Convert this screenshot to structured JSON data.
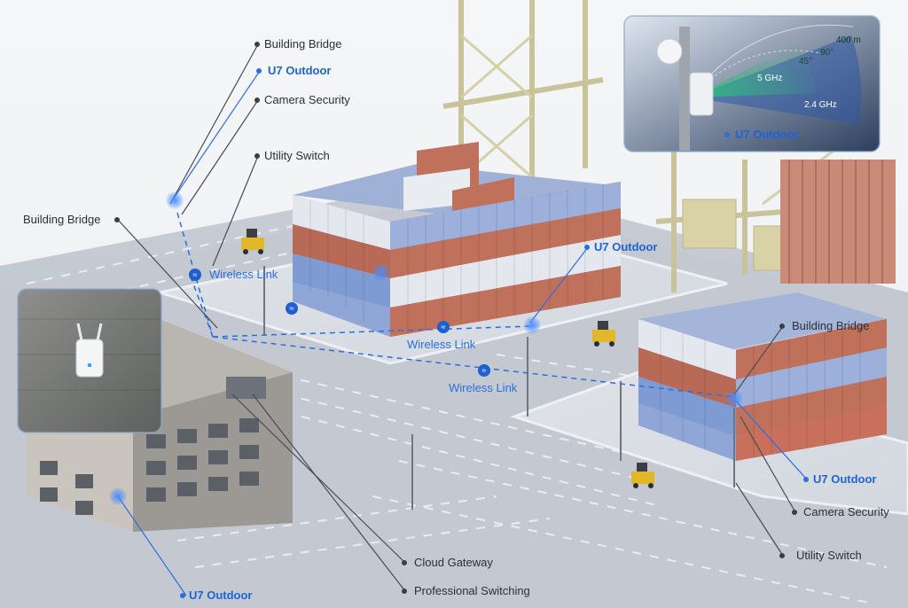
{
  "colors": {
    "accent_blue": "#2a6fe0",
    "label_dark": "#2b2f36",
    "container_blue": "#7f9bd3",
    "container_red": "#c0715c",
    "container_white": "#e8ecf2",
    "crane_yellow": "#d9d2a6"
  },
  "labels": {
    "top_building_bridge": "Building Bridge",
    "top_u7_outdoor": "U7 Outdoor",
    "top_camera_security": "Camera Security",
    "top_utility_switch": "Utility Switch",
    "left_building_bridge": "Building Bridge",
    "wireless_link_1": "Wireless Link",
    "wireless_link_2": "Wireless Link",
    "wireless_link_3": "Wireless Link",
    "center_u7_outdoor": "U7 Outdoor",
    "right_building_bridge": "Building Bridge",
    "right_u7_outdoor": "U7 Outdoor",
    "right_camera_security": "Camera Security",
    "right_utility_switch": "Utility Switch",
    "cloud_gateway": "Cloud Gateway",
    "professional_switching": "Professional Switching",
    "bottom_u7_outdoor": "U7 Outdoor"
  },
  "inset_top_right": {
    "device_label": "U7 Outdoor",
    "range_label": "400 m",
    "angle_90": "90°",
    "angle_45": "45°",
    "band_5ghz": "5 GHz",
    "band_24ghz": "2.4 GHz"
  },
  "icons": {
    "wireless_link": "wireless-link-icon",
    "access_point": "access-point-icon",
    "forklift": "forklift-icon"
  }
}
